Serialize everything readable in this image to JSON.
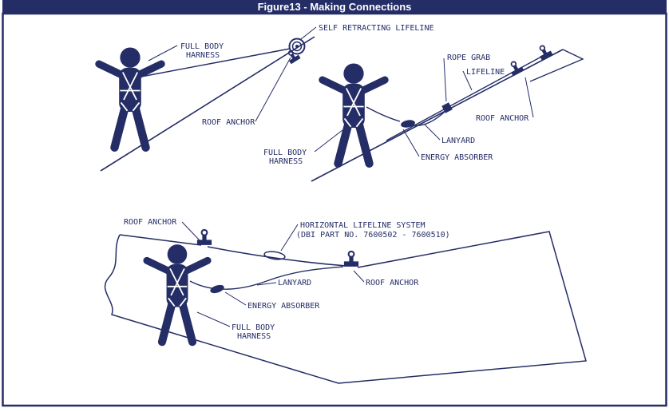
{
  "figure": {
    "title": "Figure13 - Making Connections"
  },
  "colors": {
    "ink": "#252d66",
    "header_bg": "#252d66",
    "header_text": "#ffffff",
    "page_bg": "#ffffff"
  },
  "diagrams": {
    "srl_scene": {
      "labels": {
        "full_body_line1": "FULL BODY",
        "full_body_line2": "HARNESS",
        "srl": "SELF RETRACTING LIFELINE",
        "roof_anchor": "ROOF ANCHOR"
      }
    },
    "rope_grab_scene": {
      "labels": {
        "rope_grab": "ROPE GRAB",
        "lifeline": "LIFELINE",
        "roof_anchor": "ROOF ANCHOR",
        "lanyard": "LANYARD",
        "energy_absorber": "ENERGY ABSORBER",
        "full_body_line1": "FULL BODY",
        "full_body_line2": "HARNESS"
      }
    },
    "hll_scene": {
      "labels": {
        "roof_anchor_left": "ROOF ANCHOR",
        "hll_line1": "HORIZONTAL LIFELINE SYSTEM",
        "hll_line2": "(DBI PART NO. 7600502 - 7600510)",
        "lanyard": "LANYARD",
        "roof_anchor_right": "ROOF ANCHOR",
        "energy_absorber": "ENERGY ABSORBER",
        "full_body_line1": "FULL BODY",
        "full_body_line2": "HARNESS"
      }
    }
  }
}
